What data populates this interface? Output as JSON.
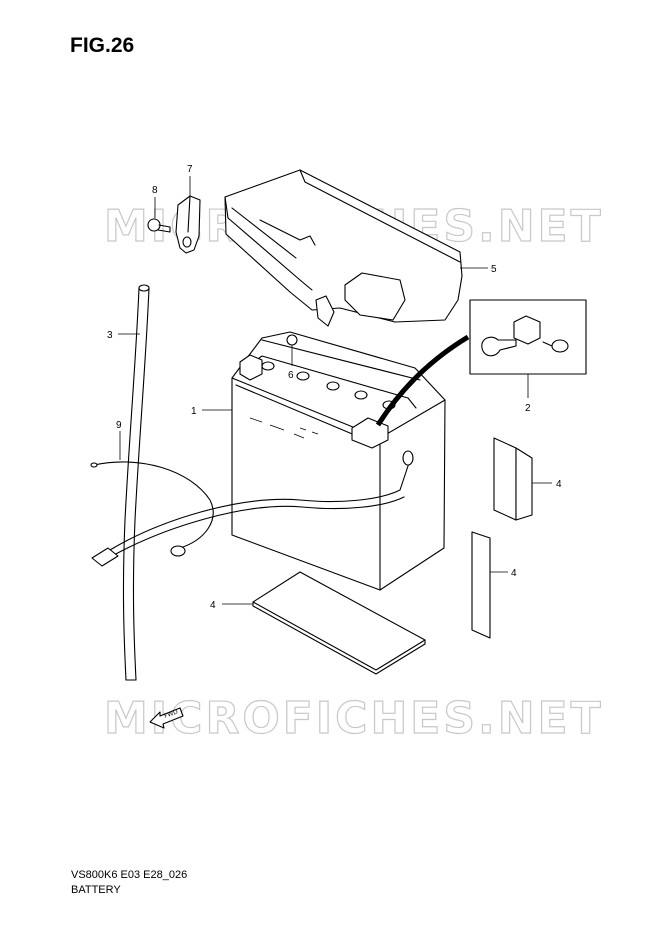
{
  "figure": {
    "title": "FIG.26",
    "code": "VS800K6 E03 E28_026",
    "name": "BATTERY"
  },
  "watermark": "MICROFICHES.NET",
  "fwd_label": "FWD",
  "callouts": [
    {
      "id": "c1",
      "label": "1"
    },
    {
      "id": "c2",
      "label": "2"
    },
    {
      "id": "c3",
      "label": "3"
    },
    {
      "id": "c4a",
      "label": "4"
    },
    {
      "id": "c4b",
      "label": "4"
    },
    {
      "id": "c4c",
      "label": "4"
    },
    {
      "id": "c5",
      "label": "5"
    },
    {
      "id": "c6",
      "label": "6"
    },
    {
      "id": "c7",
      "label": "7"
    },
    {
      "id": "c8",
      "label": "8"
    },
    {
      "id": "c9",
      "label": "9"
    }
  ]
}
